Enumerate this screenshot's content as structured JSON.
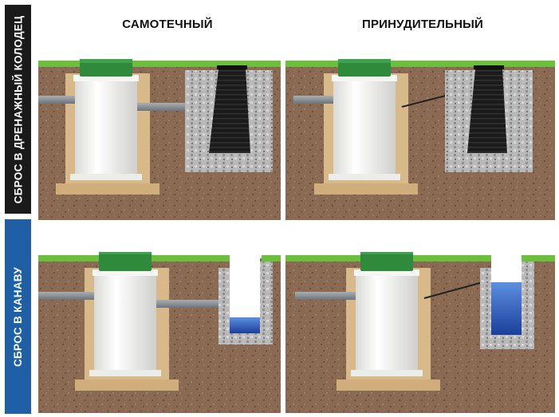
{
  "columns": {
    "gravity": "САМОТЕЧНЫЙ",
    "forced": "ПРИНУДИТЕЛЬНЫЙ"
  },
  "rows": {
    "drainage_well": "СБРОС В  ДРЕНАЖНЫЙ КОЛОДЕЦ",
    "ditch": "СБРОС В КАНАВУ"
  },
  "colors": {
    "drainage_band": "#1a1a1a",
    "ditch_band": "#1f5fa6",
    "grass": "#6cbf3c",
    "soil": "#8a6a52",
    "sand": "#d8b98a",
    "tank_body": "#f4f4f2",
    "tank_lid": "#2f8a3c",
    "pipe": "#8f9499",
    "gravel": "#bdbdbd",
    "well": "#1b1b1b",
    "water": "#2a5fbf"
  }
}
